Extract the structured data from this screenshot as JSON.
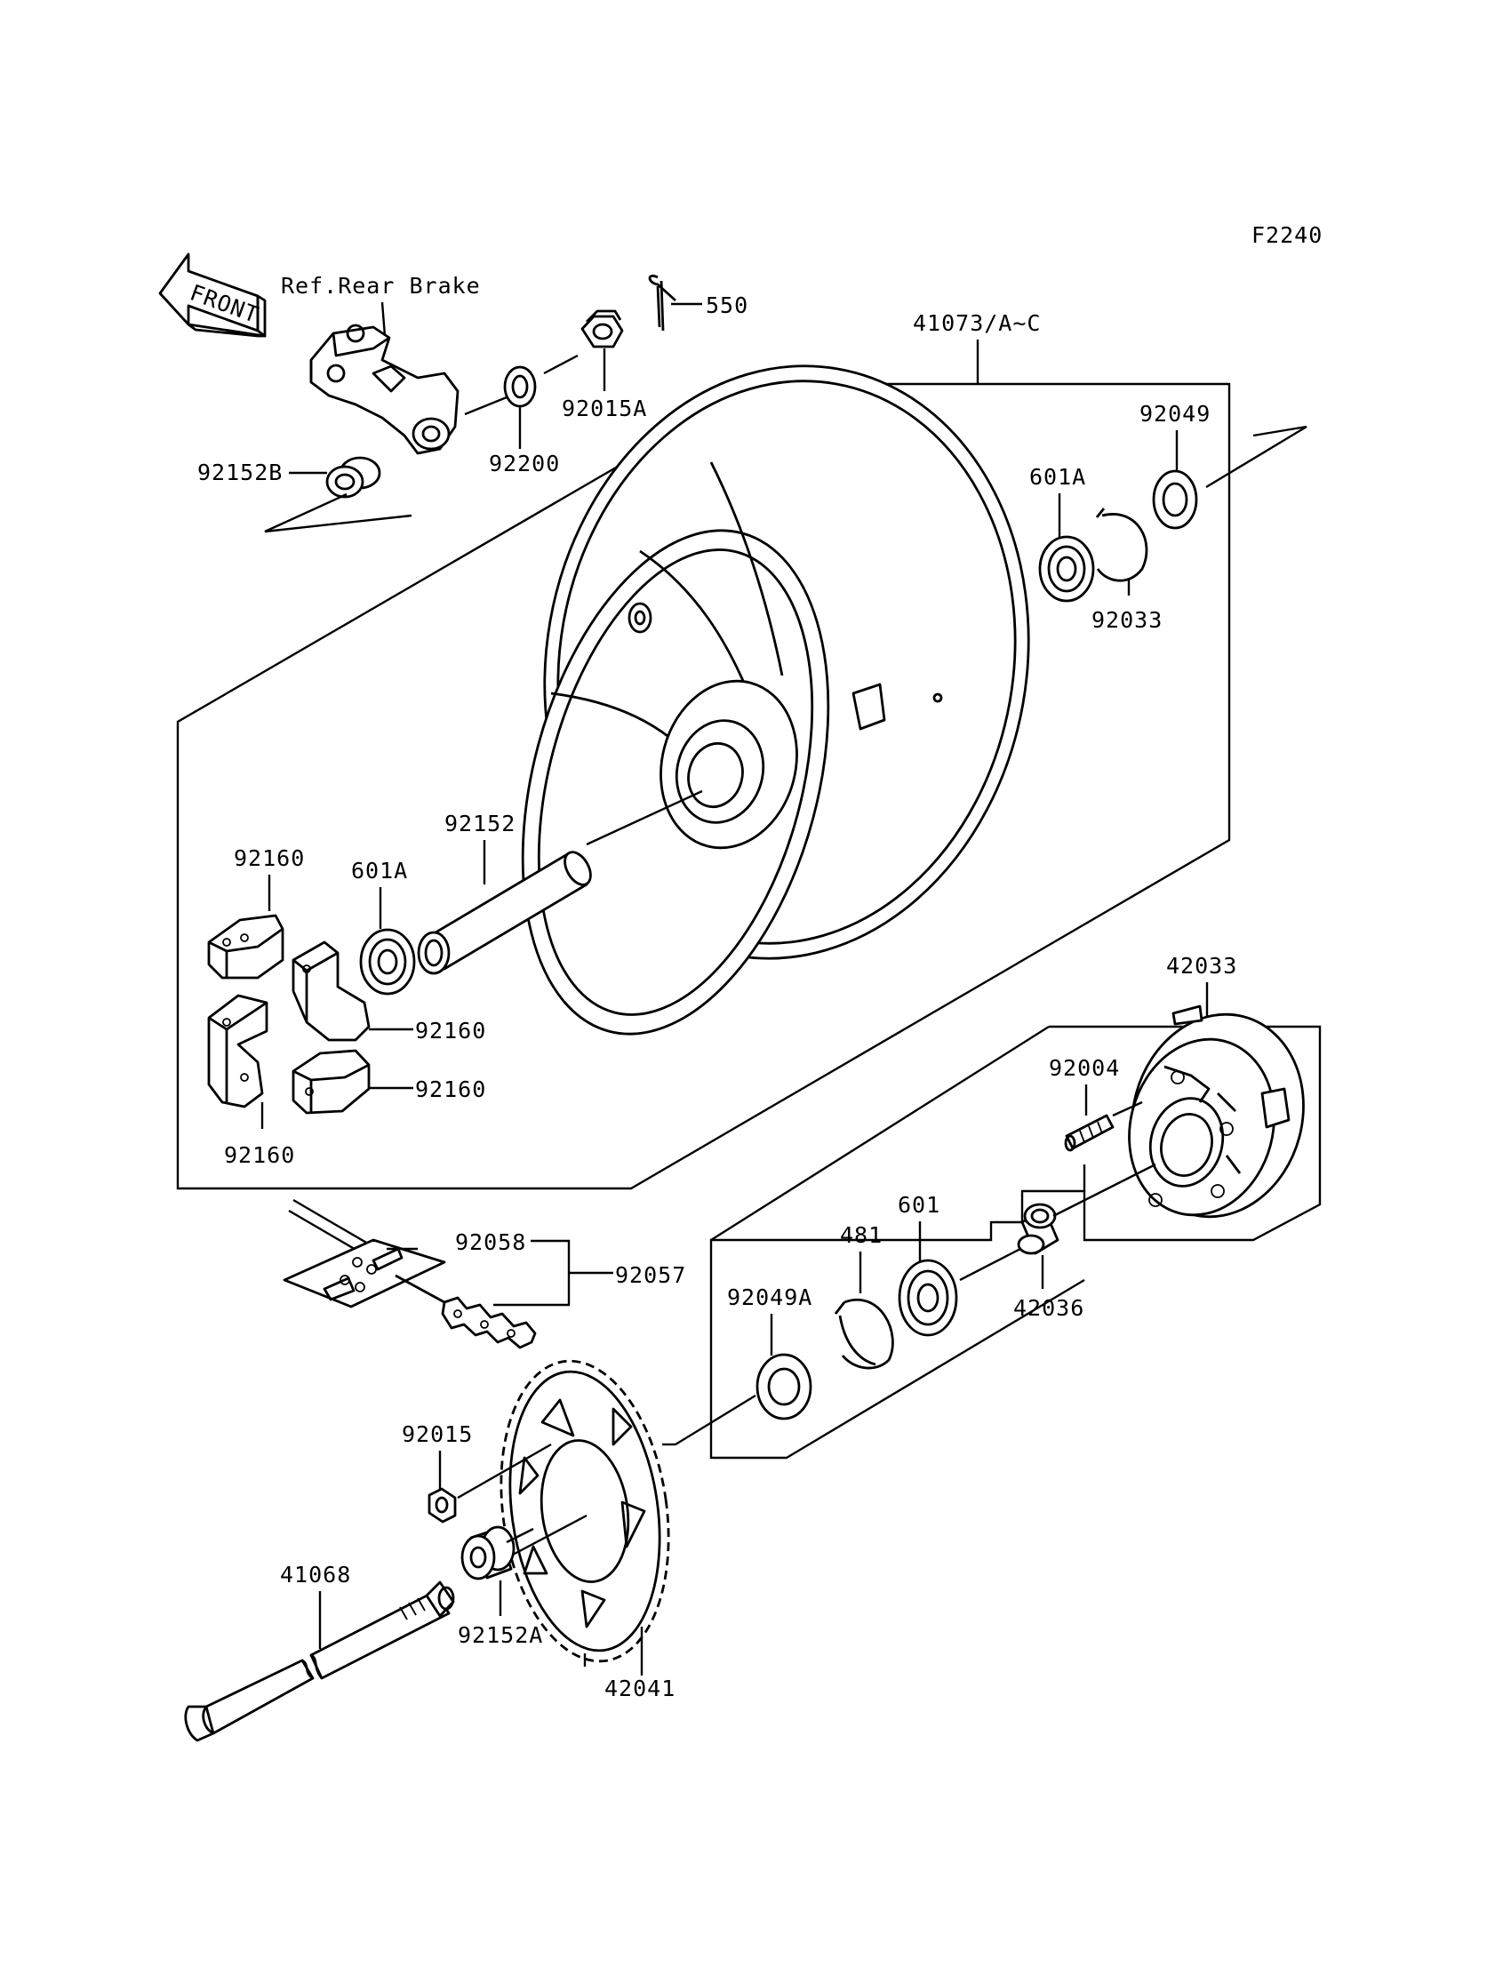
{
  "figure_code": "F2240",
  "front_arrow_text": "FRONT",
  "reference_text": "Ref.Rear Brake",
  "callouts": {
    "c550": "550",
    "c41073": "41073/A~C",
    "c92015A": "92015A",
    "c92200": "92200",
    "c92152B": "92152B",
    "c92049": "92049",
    "c601A_top": "601A",
    "c92033": "92033",
    "c92152": "92152",
    "c601A_mid": "601A",
    "c92160_a": "92160",
    "c92160_b": "92160",
    "c92160_c": "92160",
    "c92160_d": "92160",
    "c42033": "42033",
    "c92004": "92004",
    "c601": "601",
    "c481": "481",
    "c92049A": "92049A",
    "c42036": "42036",
    "c92058": "92058",
    "c92057": "92057",
    "c92015": "92015",
    "c41068": "41068",
    "c92152A": "92152A",
    "c42041": "42041"
  }
}
